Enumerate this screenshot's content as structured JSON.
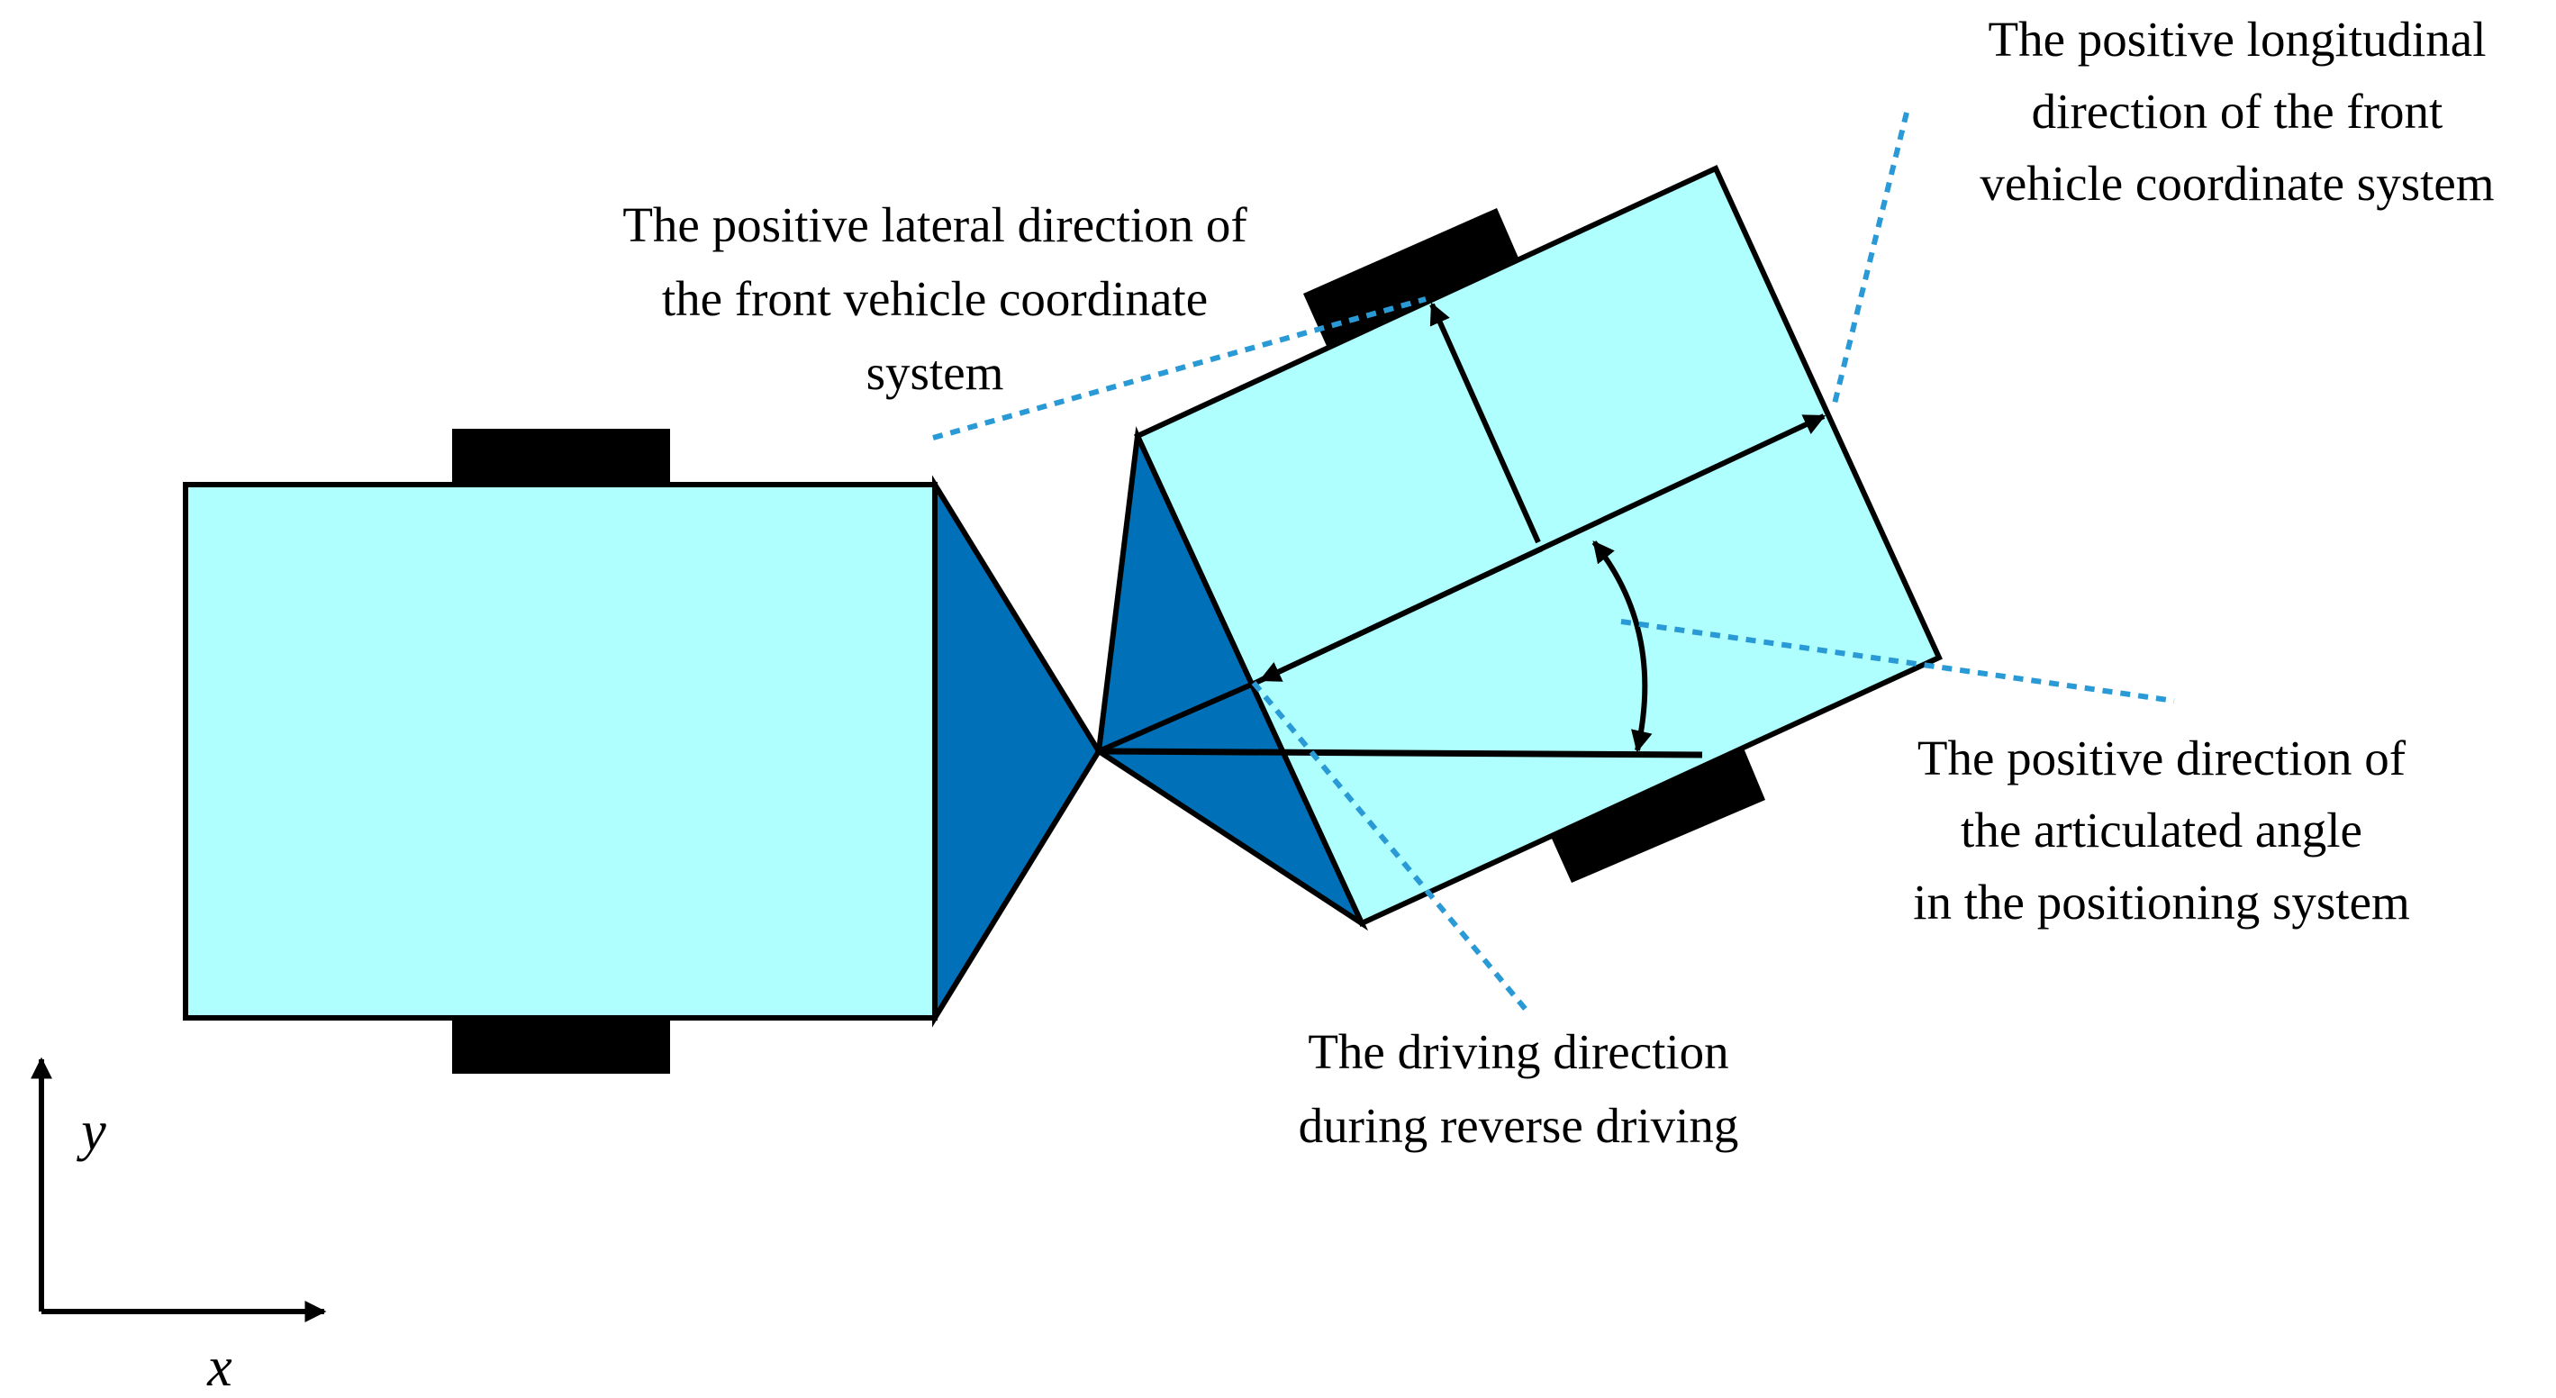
{
  "colors": {
    "body_fill": "#afffff",
    "hitch_fill": "#0070b8",
    "wheel_fill": "#000000",
    "outline": "#000000",
    "leader_line": "#2a9ad6"
  },
  "labels": {
    "longitudinal": [
      "The positive longitudinal",
      "direction of the front",
      "vehicle coordinate system"
    ],
    "lateral": [
      "The positive lateral direction of",
      "the front vehicle coordinate",
      "system"
    ],
    "articulated": [
      "The positive direction of",
      "the articulated angle",
      "in the positioning system"
    ],
    "reverse": [
      "The driving direction",
      "during reverse driving"
    ]
  },
  "axes": {
    "x_label": "x",
    "y_label": "y"
  }
}
